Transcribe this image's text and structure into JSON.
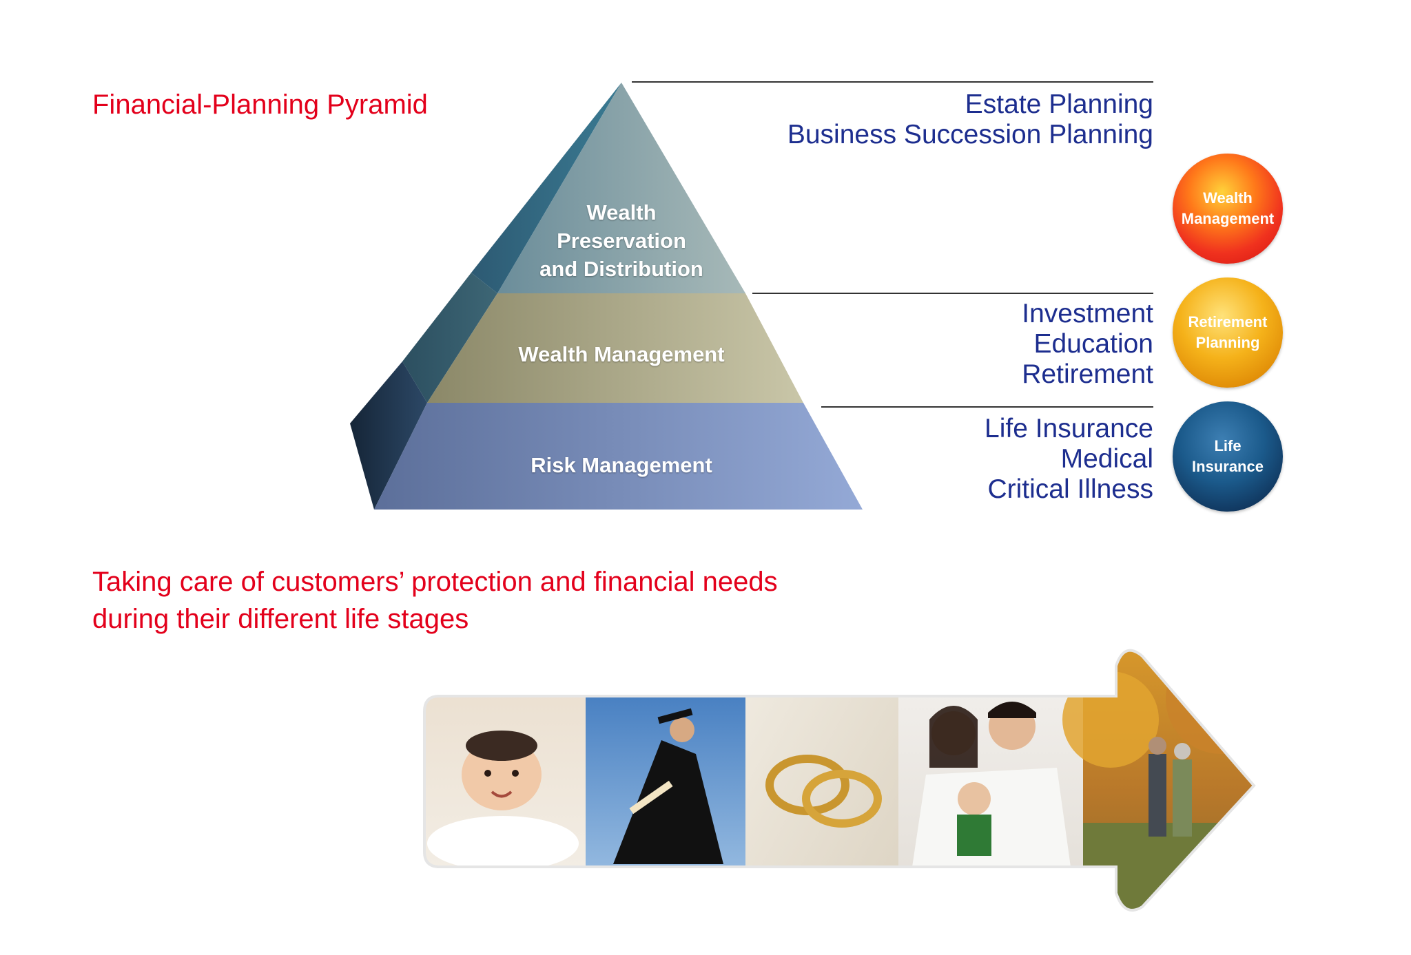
{
  "title": "Financial-Planning Pyramid",
  "subtitle_lines": [
    "Taking care of customers’ protection and financial needs",
    "during their different life stages"
  ],
  "pyramid": {
    "top_label_lines": [
      "Wealth",
      "Preservation",
      "and Distribution"
    ],
    "middle_label": "Wealth Management",
    "bottom_label": "Risk Management"
  },
  "lists": {
    "top": [
      "Estate Planning",
      "Business Succession Planning"
    ],
    "middle": [
      "Investment",
      "Education",
      "Retirement"
    ],
    "bottom": [
      "Life Insurance",
      "Medical",
      "Critical Illness"
    ]
  },
  "circles": [
    {
      "lines": [
        "Wealth",
        "Management"
      ],
      "color": "#e8281c"
    },
    {
      "lines": [
        "Retirement",
        "Planning"
      ],
      "color": "#f0a81a"
    },
    {
      "lines": [
        "Life",
        "Insurance"
      ],
      "color": "#133d66"
    }
  ],
  "colors": {
    "title_red": "#e3001b",
    "list_blue": "#1d2e8f"
  },
  "life_stages": [
    {
      "icon": "baby-photo"
    },
    {
      "icon": "graduation-photo"
    },
    {
      "icon": "wedding-rings-photo"
    },
    {
      "icon": "family-photo"
    },
    {
      "icon": "elderly-couple-photo"
    }
  ]
}
